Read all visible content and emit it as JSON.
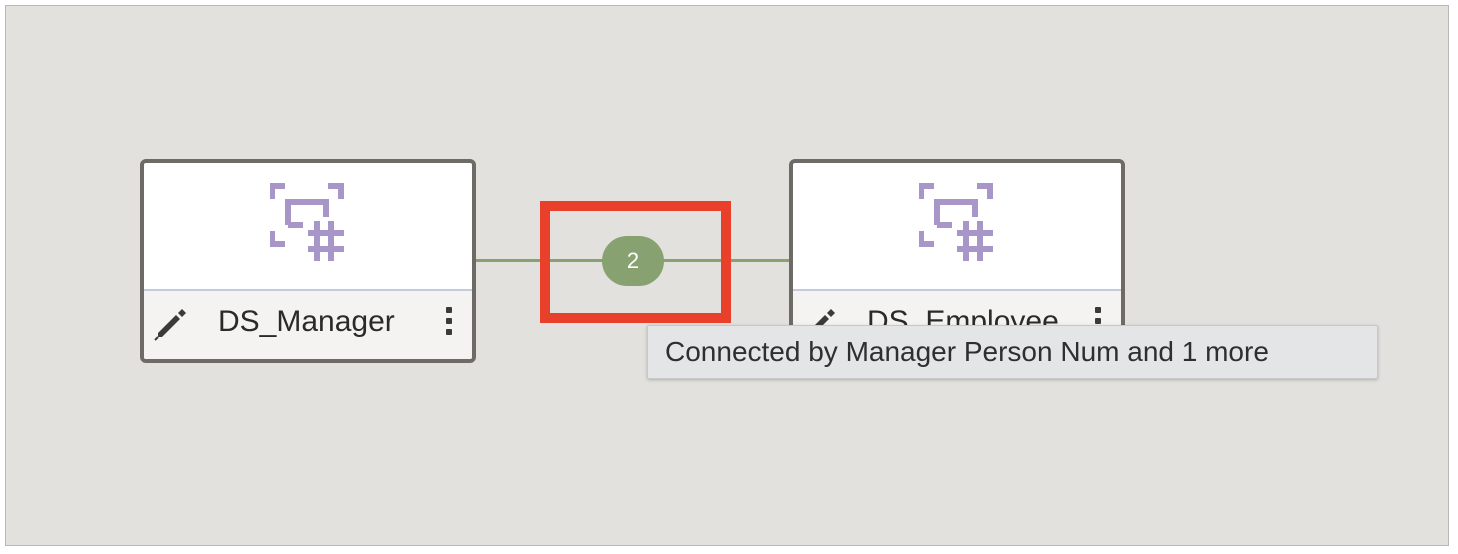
{
  "diagram": {
    "nodes": [
      {
        "name": "DS_Manager",
        "icon": "dataset-hash-icon"
      },
      {
        "name": "DS_Employee",
        "icon": "dataset-hash-icon"
      }
    ],
    "join": {
      "count": "2",
      "tooltip": "Connected by Manager Person Num and 1 more"
    },
    "colors": {
      "canvas": "#e2e1dd",
      "node_border": "#6e6b66",
      "icon": "#a996c9",
      "connector": "#87a171",
      "highlight": "#e8402a"
    }
  }
}
